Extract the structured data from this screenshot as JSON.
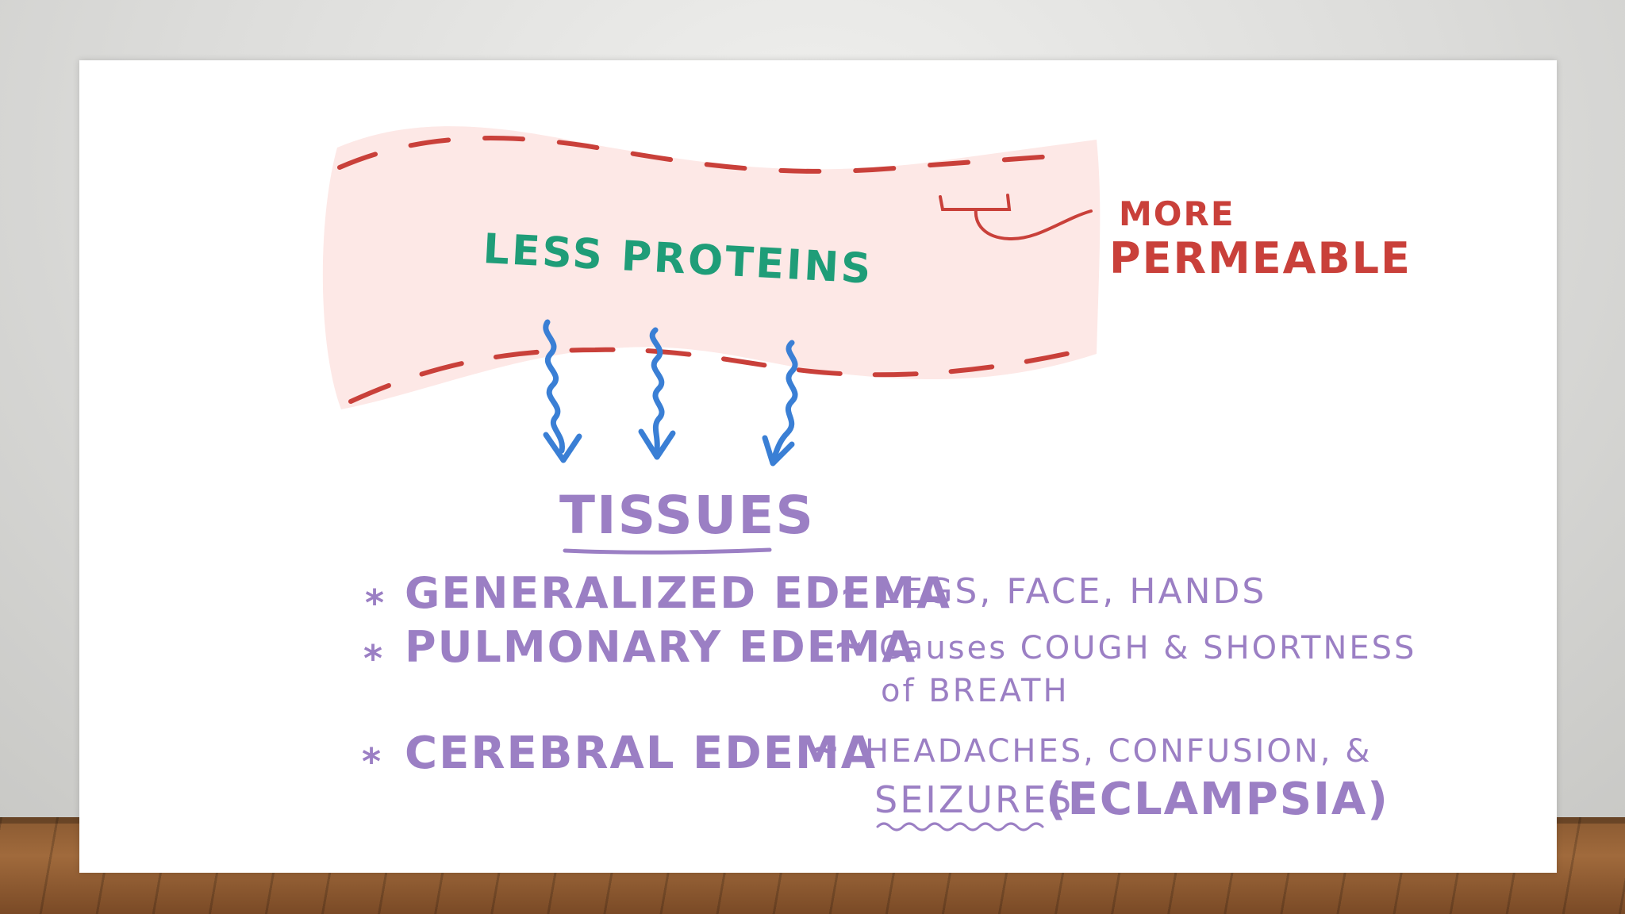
{
  "vessel": {
    "inner_label": "LESS PROTEINS",
    "side_label_line1": "MORE",
    "side_label_line2": "PERMEABLE"
  },
  "tissues_label": "TISSUES",
  "conditions": [
    {
      "name": "GENERALIZED EDEMA",
      "separator": "~",
      "detail_line1": "LEGS, FACE, HANDS",
      "detail_line2": ""
    },
    {
      "name": "PULMONARY EDEMA",
      "separator": "~",
      "detail_line1": "Causes COUGH & SHORTNESS",
      "detail_line2": "of BREATH"
    },
    {
      "name": "CEREBRAL EDEMA",
      "separator": "~",
      "detail_line1": "HEADACHES, CONFUSION, &",
      "detail_line2_underlined": "SEIZURES",
      "detail_line2_rest": "(ECLAMPSIA)"
    }
  ],
  "bullet_symbol": "*",
  "colors": {
    "vessel_fill": "#fde8e6",
    "vessel_dash": "#c9403a",
    "protein_text": "#1f9d78",
    "arrow": "#3a7fd5",
    "purple_text": "#9b7fc4"
  }
}
